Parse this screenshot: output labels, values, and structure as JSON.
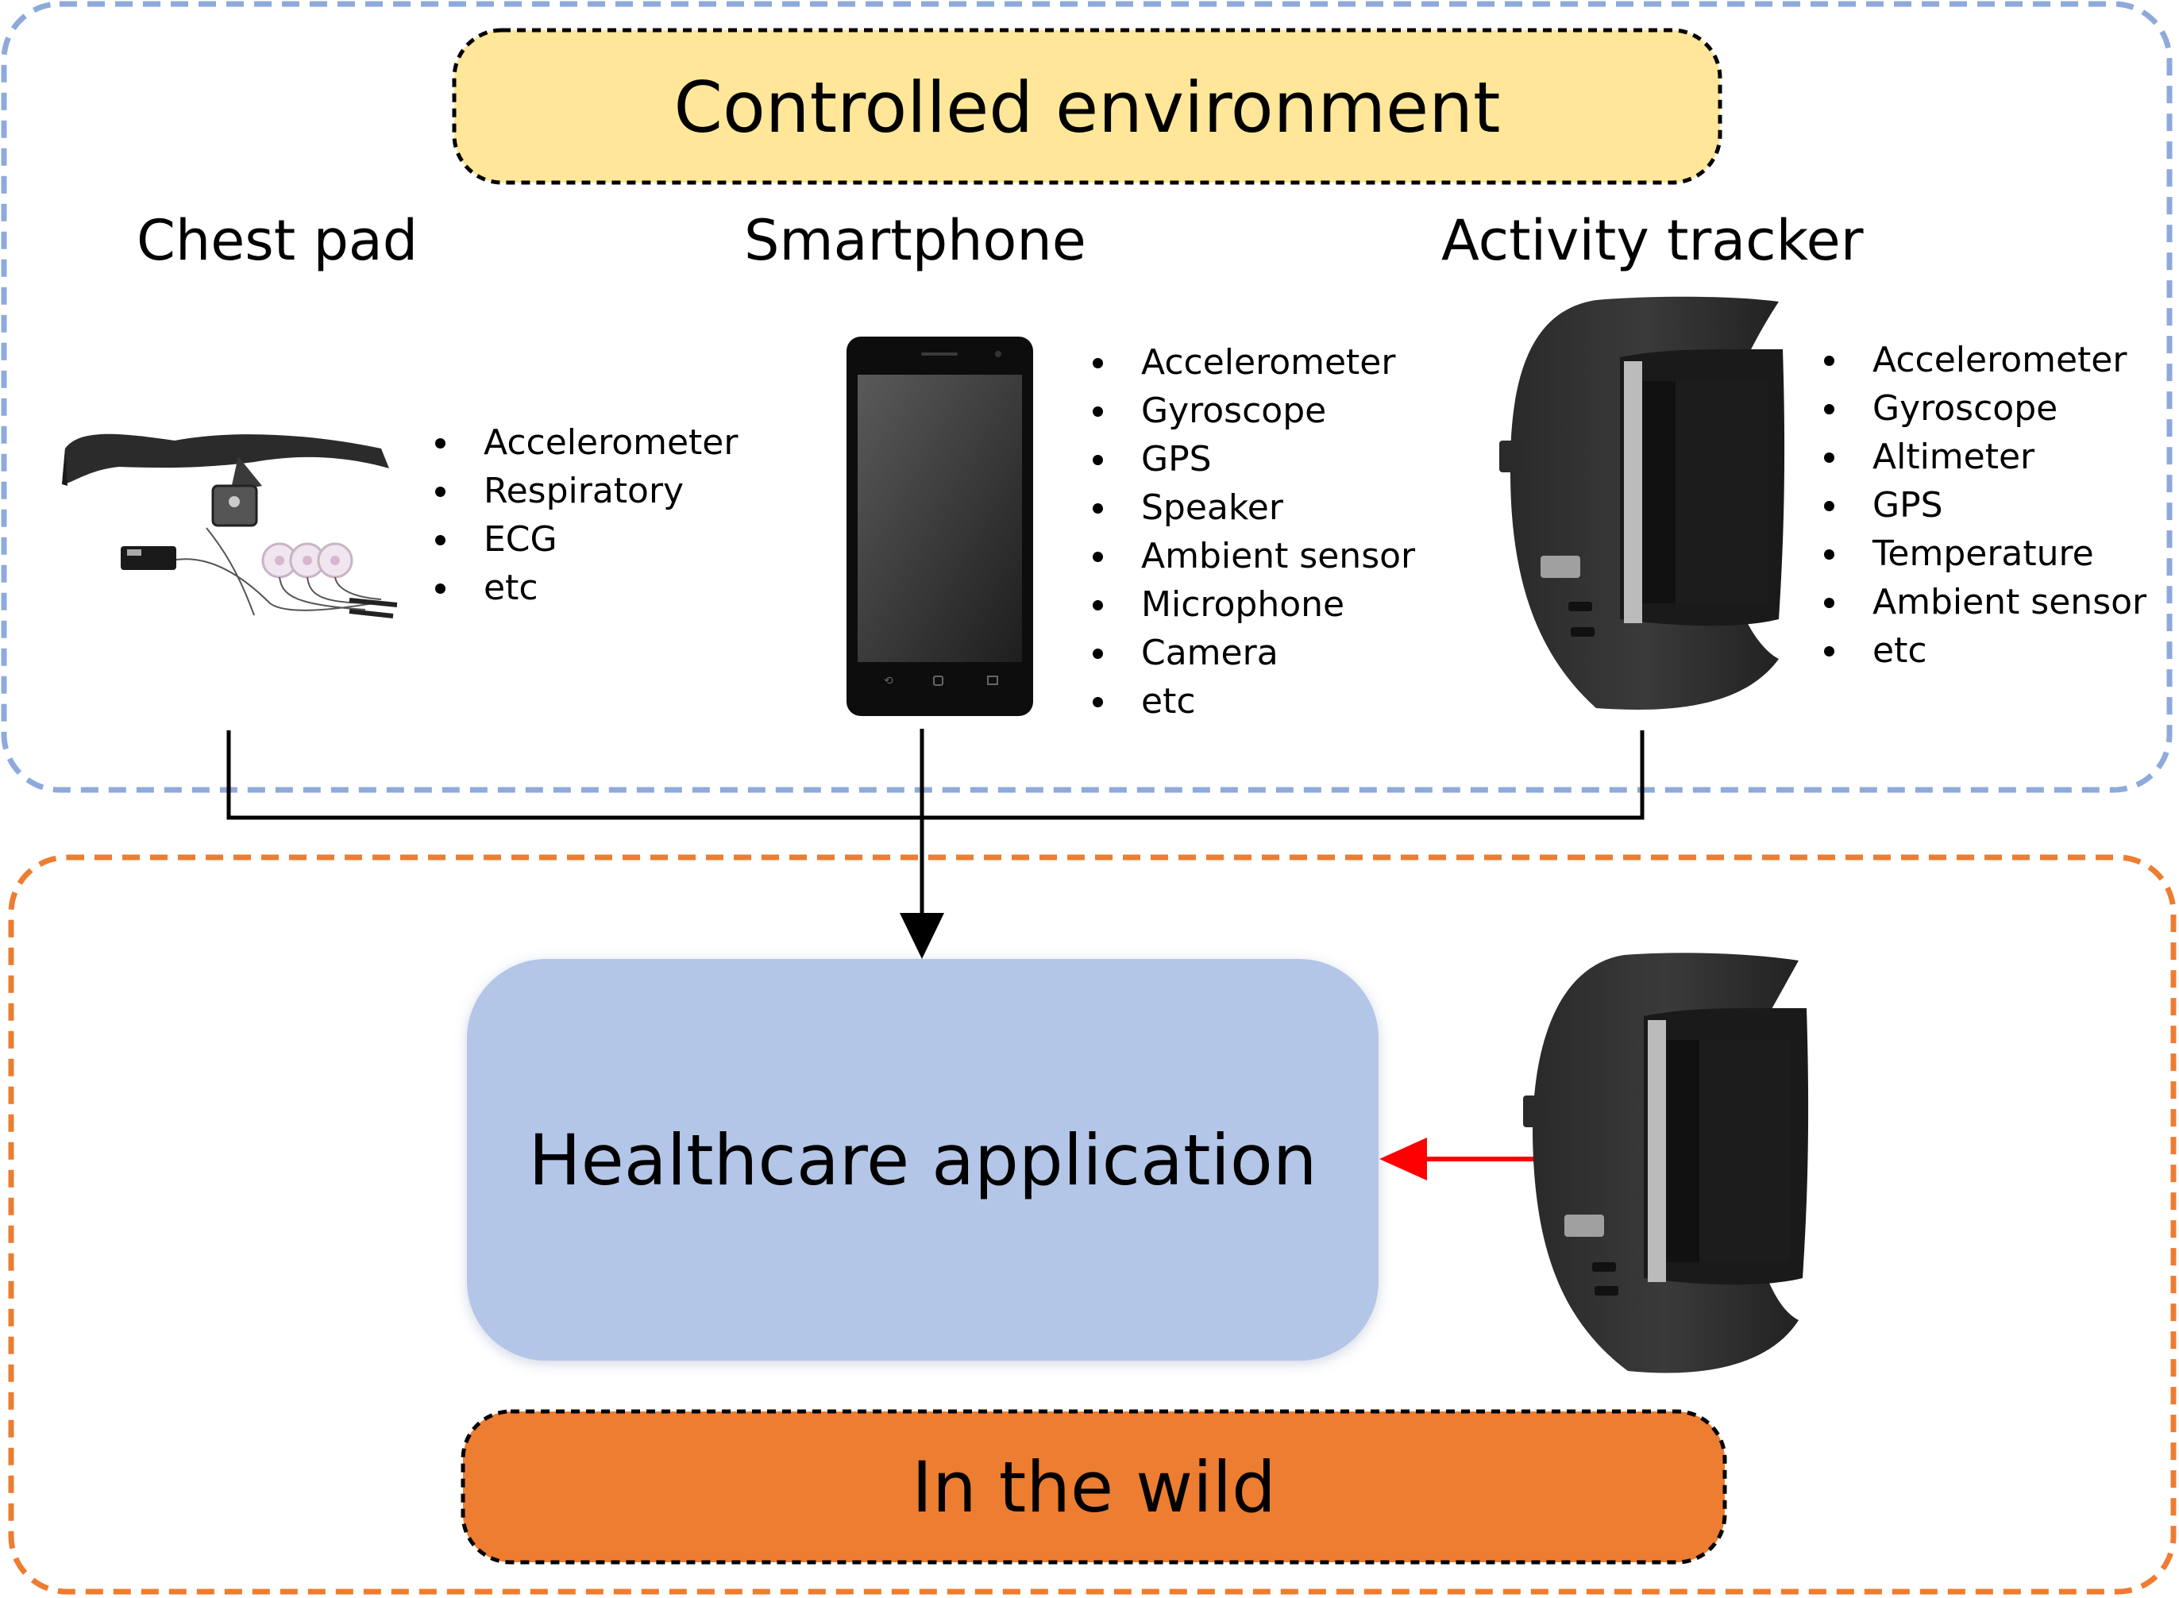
{
  "controlled_environment": {
    "title": "Controlled environment",
    "devices": [
      {
        "name": "Chest pad",
        "icon": "chest-strap-icon",
        "sensors": [
          "Accelerometer",
          "Respiratory",
          "ECG",
          "etc"
        ]
      },
      {
        "name": "Smartphone",
        "icon": "smartphone-icon",
        "sensors": [
          "Accelerometer",
          "Gyroscope",
          "GPS",
          "Speaker",
          "Ambient sensor",
          "Microphone",
          "Camera",
          "etc"
        ]
      },
      {
        "name": "Activity tracker",
        "icon": "fitness-band-icon",
        "sensors": [
          "Accelerometer",
          "Gyroscope",
          "Altimeter",
          "GPS",
          "Temperature",
          "Ambient sensor",
          "etc"
        ]
      }
    ]
  },
  "in_the_wild": {
    "title": "In the wild",
    "application": "Healthcare application",
    "device_icon": "fitness-band-icon"
  },
  "colors": {
    "controlled_border": "#8eaadb",
    "wild_border": "#ed7d31",
    "controlled_banner": "#ffe699",
    "wild_banner": "#ed7d31",
    "app_box": "#b4c6e7",
    "connector": "#000000",
    "wild_arrow": "#ff0000"
  }
}
